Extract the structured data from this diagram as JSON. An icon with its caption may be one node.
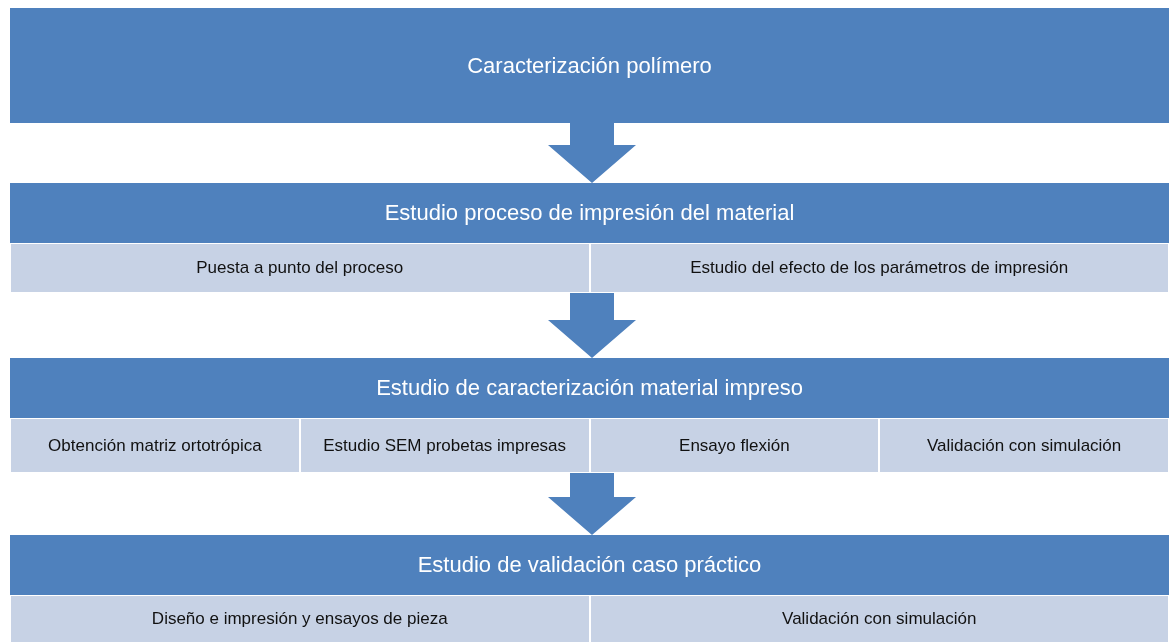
{
  "diagram": {
    "nodes": [
      {
        "text": [
          "Caracterización polímero"
        ]
      },
      {
        "text": [
          "Estudio proceso de impresión del material"
        ]
      },
      {
        "text": [
          "Puesta a punto del proceso"
        ],
        "in": 1
      },
      {
        "text": [
          "Estudio del efecto de los parámetros de impresión"
        ],
        "in": 1
      },
      {
        "text": [
          "Estudio de caracterización material impreso"
        ]
      },
      {
        "text": [
          "Obtención matriz ortotrópica"
        ],
        "in": 4
      },
      {
        "text": [
          "Estudio SEM probetas impresas"
        ],
        "in": 4
      },
      {
        "text": [
          "Ensayo flexión"
        ],
        "in": 4
      },
      {
        "text": [
          "Validación con simulación"
        ],
        "in": 4
      },
      {
        "text": [
          "Estudio de validación caso práctico"
        ]
      },
      {
        "text": [
          "Diseño e impresión y ensayos de pieza"
        ],
        "in": 9
      },
      {
        "text": [
          "Validación con simulación"
        ],
        "in": 9
      }
    ],
    "edges": [
      {
        "from": 0,
        "to": 1,
        "arrow": "to"
      },
      {
        "from": 1,
        "to": 4,
        "arrow": "to"
      },
      {
        "from": 4,
        "to": 9,
        "arrow": "to"
      }
    ]
  }
}
